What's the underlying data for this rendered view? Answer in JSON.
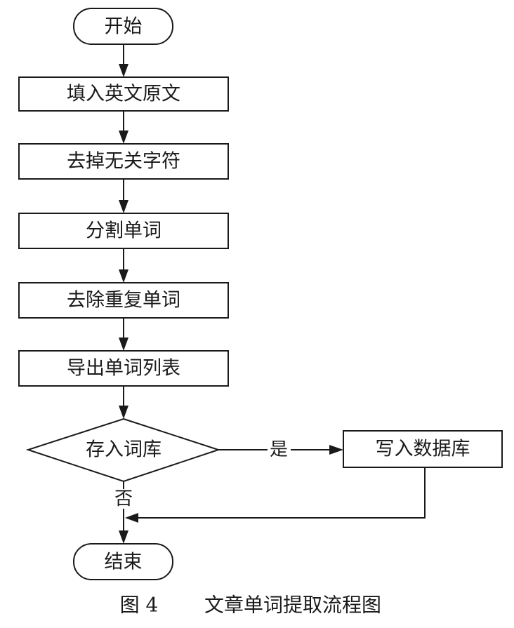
{
  "flowchart": {
    "start": "开始",
    "steps": [
      "填入英文原文",
      "去掉无关字符",
      "分割单词",
      "去除重复单词",
      "导出单词列表"
    ],
    "decision": "存入词库",
    "yes_label": "是",
    "yes_action": "写入数据库",
    "no_label": "否",
    "end": "结束"
  },
  "caption": {
    "figure_number": "图 4",
    "title": "文章单词提取流程图"
  }
}
